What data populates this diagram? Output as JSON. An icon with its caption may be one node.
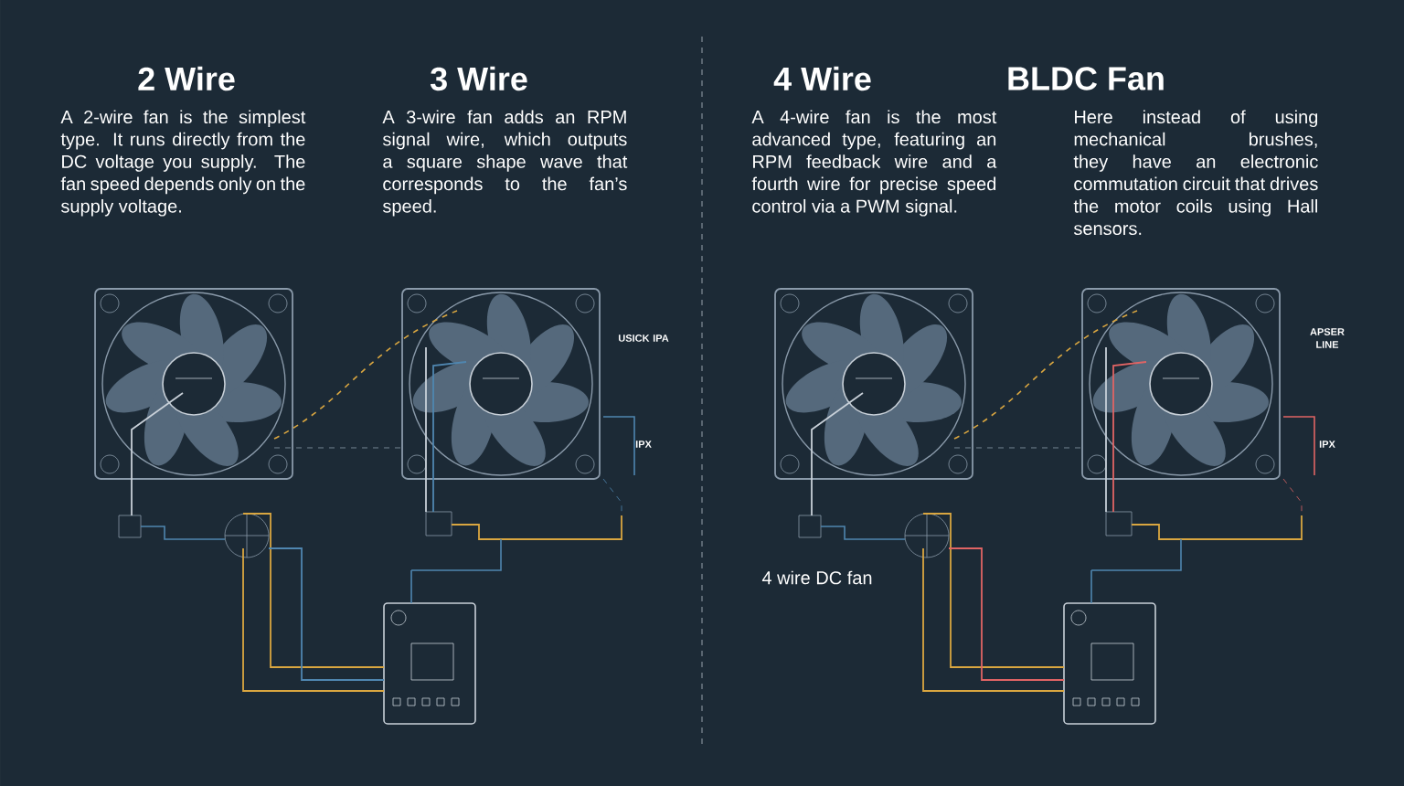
{
  "diagram": {
    "labels": [
      "2 Wire",
      "A 2-wire fan is the simplest type. It runs directly from the DC voltage you supply. The fan speed depends only on the supply voltage.",
      "3 Wire",
      "A 3-wire fan adds an RPM signal wire, which outputs a square shape wave that corresponds to the fan’s speed.",
      "4 Wire",
      "A 4-wire fan is the most advanced type, featuring an RPM feedback wire and a fourth wire for precise speed control via a PWM signal.",
      "BLDC Fan",
      "Here instead of using mechanical brushes, they have an electronic commutation circuit that drives the motor coils using Hall sensors.",
      "USICK IPA",
      "IPX",
      "APSER LINE",
      "IPX",
      "4 wire DC fan"
    ]
  }
}
